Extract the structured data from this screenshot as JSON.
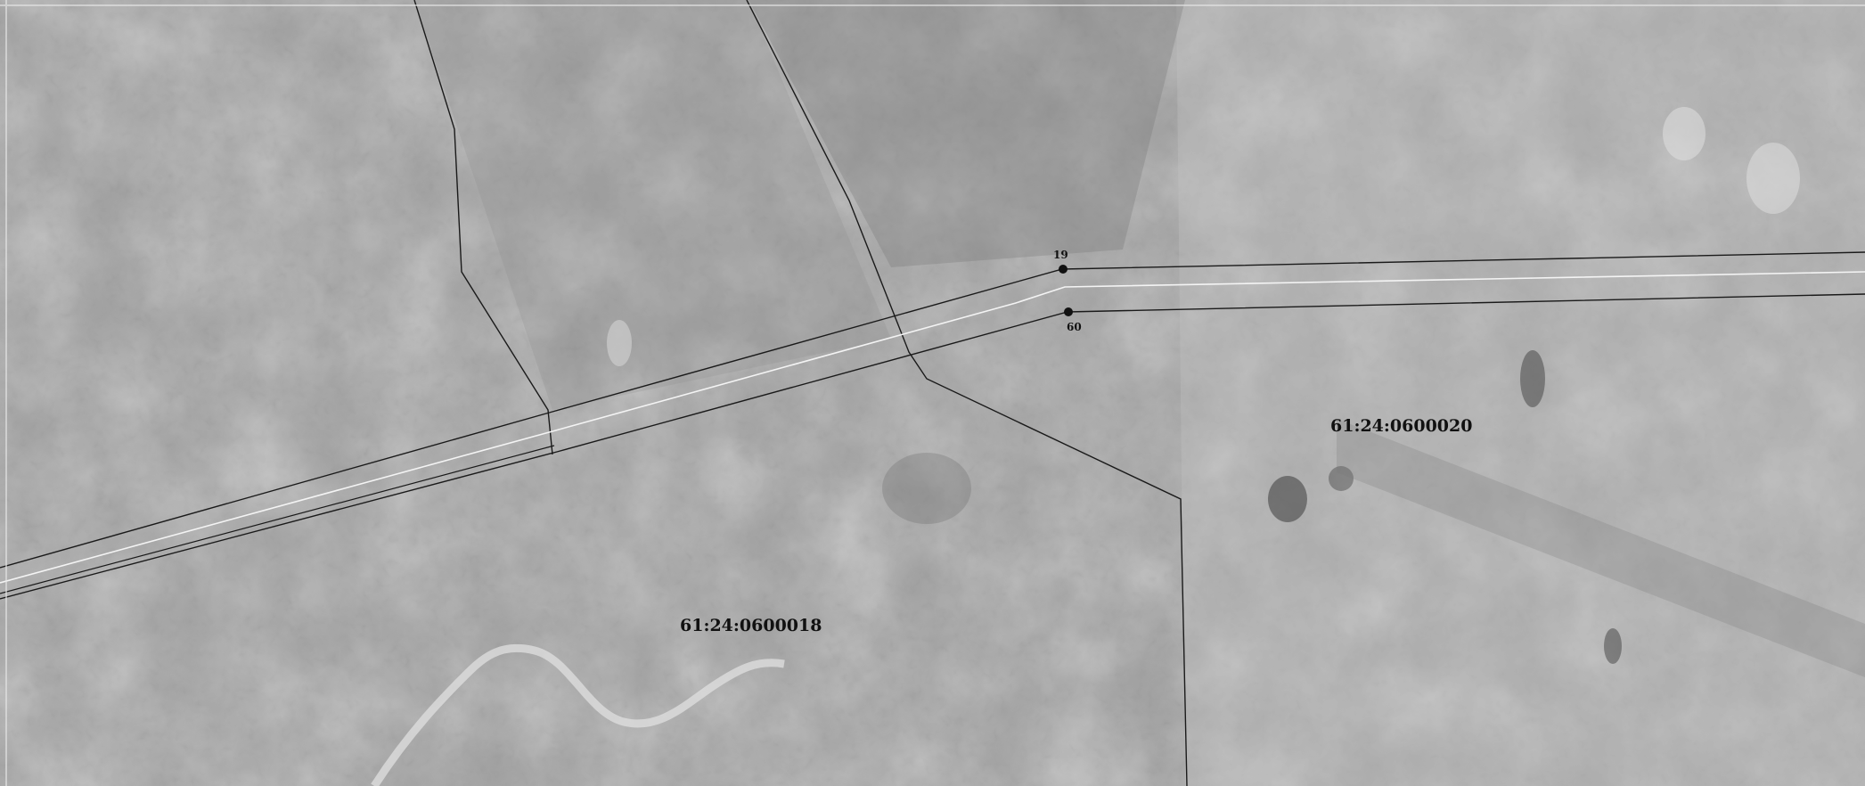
{
  "map": {
    "colors": {
      "imagery_base": "#9a9a9a",
      "imagery_light": "#b8b8b8",
      "imagery_dark": "#6e6e6e",
      "boundary_line": "#1a1a1a",
      "road_centerline": "#f2f2f2",
      "label_text": "#111111"
    },
    "parcels": [
      {
        "id": "61:24:0600018",
        "label": "61:24:0600018"
      },
      {
        "id": "61:24:0600020",
        "label": "61:24:0600020"
      }
    ],
    "points": [
      {
        "id": "point-19",
        "label": "19"
      },
      {
        "id": "point-60",
        "label": "60"
      }
    ]
  }
}
